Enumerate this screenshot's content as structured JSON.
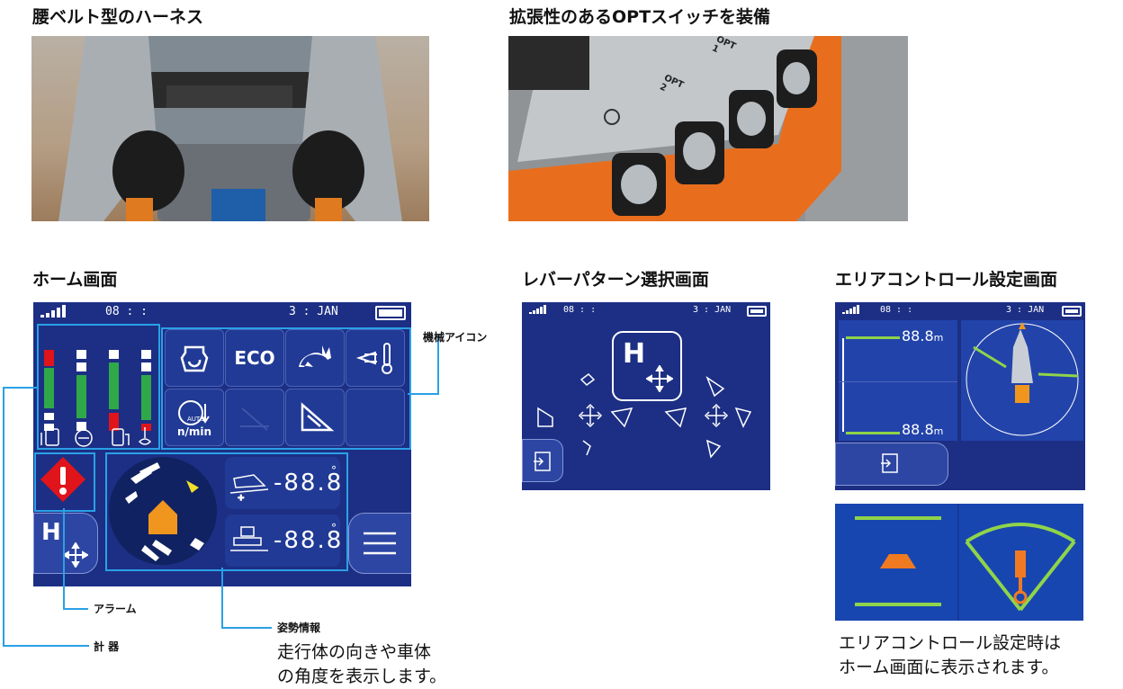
{
  "sections": {
    "harness_title": "腰ベルト型のハーネス",
    "opt_title": "拡張性のあるOPTスイッチを装備",
    "home_title": "ホーム画面",
    "lever_title": "レバーパターン選択画面",
    "area_title": "エリアコントロール設定画面"
  },
  "opt_photo": {
    "opt1": "OPT\n1",
    "opt2": "OPT\n2"
  },
  "status": {
    "time": "08 : :",
    "date": "3 : JAN"
  },
  "home": {
    "eco_label": "ECO",
    "auto_label": "AUTO",
    "rpm_unit": "n/min",
    "mode_label": "H",
    "angle1": "-88.8",
    "angle2": "-88.8",
    "degree": "°"
  },
  "lever": {
    "mode_label": "H"
  },
  "area": {
    "dist1": "88.8",
    "dist2": "88.8",
    "unit": "m"
  },
  "callouts": {
    "machine_icon": "機械アイコン",
    "alarm": "アラーム",
    "posture": "姿勢情報",
    "gauge": "計 器"
  },
  "captions": {
    "posture_line1": "走行体の向きや車体",
    "posture_line2": "の角度を表示します。",
    "area_line1": "エリアコントロール設定時は",
    "area_line2": "ホーム画面に表示されます。"
  },
  "colors": {
    "screen_bg": "#1c2f84",
    "accent_line": "#2aa0e6",
    "alarm_red": "#e0141b",
    "house_orange": "#f0961e",
    "gauge_green": "#2fa84a"
  }
}
